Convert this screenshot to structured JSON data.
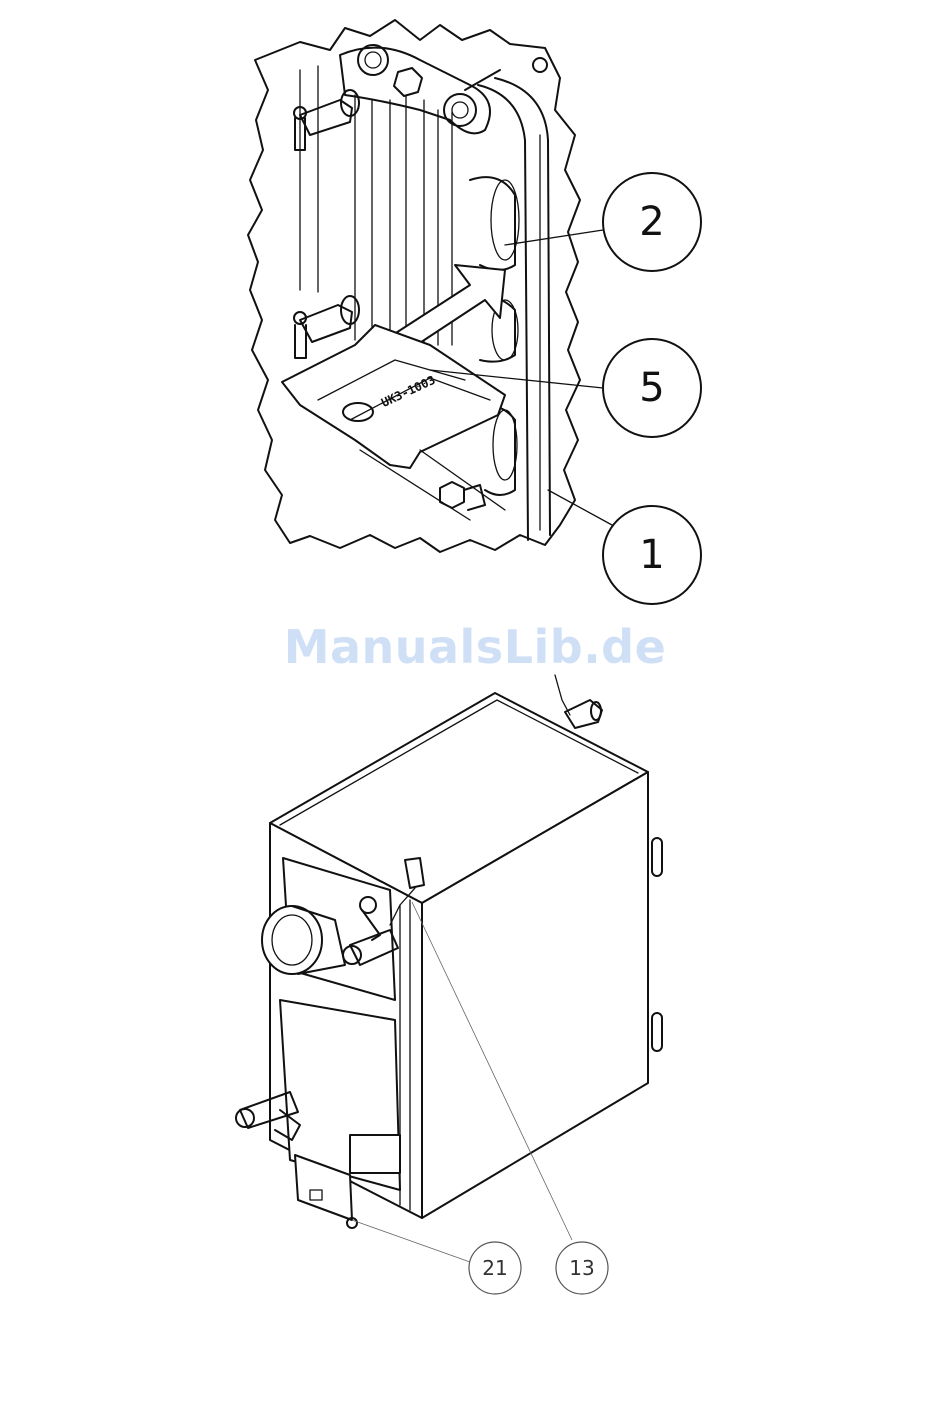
{
  "watermark": "ManualsLib.de",
  "top_figure": {
    "callouts": [
      {
        "id": "2",
        "label": "2"
      },
      {
        "id": "5",
        "label": "5"
      },
      {
        "id": "1",
        "label": "1"
      }
    ],
    "plate_marking": "UK3-1003"
  },
  "bottom_figure": {
    "callouts": [
      {
        "id": "21",
        "label": "21"
      },
      {
        "id": "13",
        "label": "13"
      }
    ]
  }
}
